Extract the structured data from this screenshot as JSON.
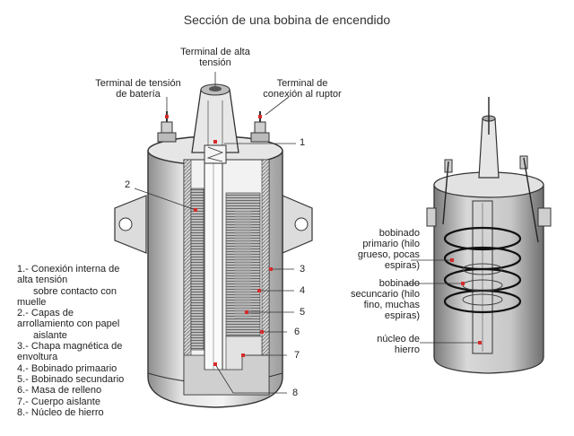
{
  "title": "Sección de una bobina de encendido",
  "labels": {
    "alta_tension": [
      "Terminal de alta",
      "tensión"
    ],
    "bateria": [
      "Terminal de tensión",
      "de batería"
    ],
    "ruptor": [
      "Terminal de",
      "conexión al ruptor"
    ],
    "primario": [
      "bobinado",
      "primario (hilo",
      "grueso, pocas",
      "espiras)"
    ],
    "secundario": [
      "bobinado",
      "secuncario (hilo",
      "fino, muchas",
      "espiras)"
    ],
    "nucleo": [
      "núcleo de",
      "hierro"
    ]
  },
  "numbers": [
    "1",
    "2",
    "3",
    "4",
    "5",
    "6",
    "7",
    "8"
  ],
  "legend": [
    {
      "text": "1.- Conexión interna de",
      "indent": false
    },
    {
      "text": "alta tensión",
      "indent": false
    },
    {
      "text": "sobre contacto con",
      "indent": true
    },
    {
      "text": "muelle",
      "indent": false
    },
    {
      "text": "2.- Capas de",
      "indent": false
    },
    {
      "text": "arrollamiento con papel",
      "indent": false
    },
    {
      "text": "aislante",
      "indent": true
    },
    {
      "text": "3.- Chapa magnética de",
      "indent": false
    },
    {
      "text": "envoltura",
      "indent": false
    },
    {
      "text": "4.- Bobinado primaario",
      "indent": false
    },
    {
      "text": "5.- Bobinado secundario",
      "indent": false
    },
    {
      "text": "6.- Masa de relleno",
      "indent": false
    },
    {
      "text": "7.- Cuerpo aislante",
      "indent": false
    },
    {
      "text": "8.- Núcleo de hierro",
      "indent": false
    }
  ],
  "colors": {
    "marker": "#d62b2b",
    "line": "#333333",
    "metal": "#c9c9c9",
    "coil": "#8a8a8a"
  }
}
